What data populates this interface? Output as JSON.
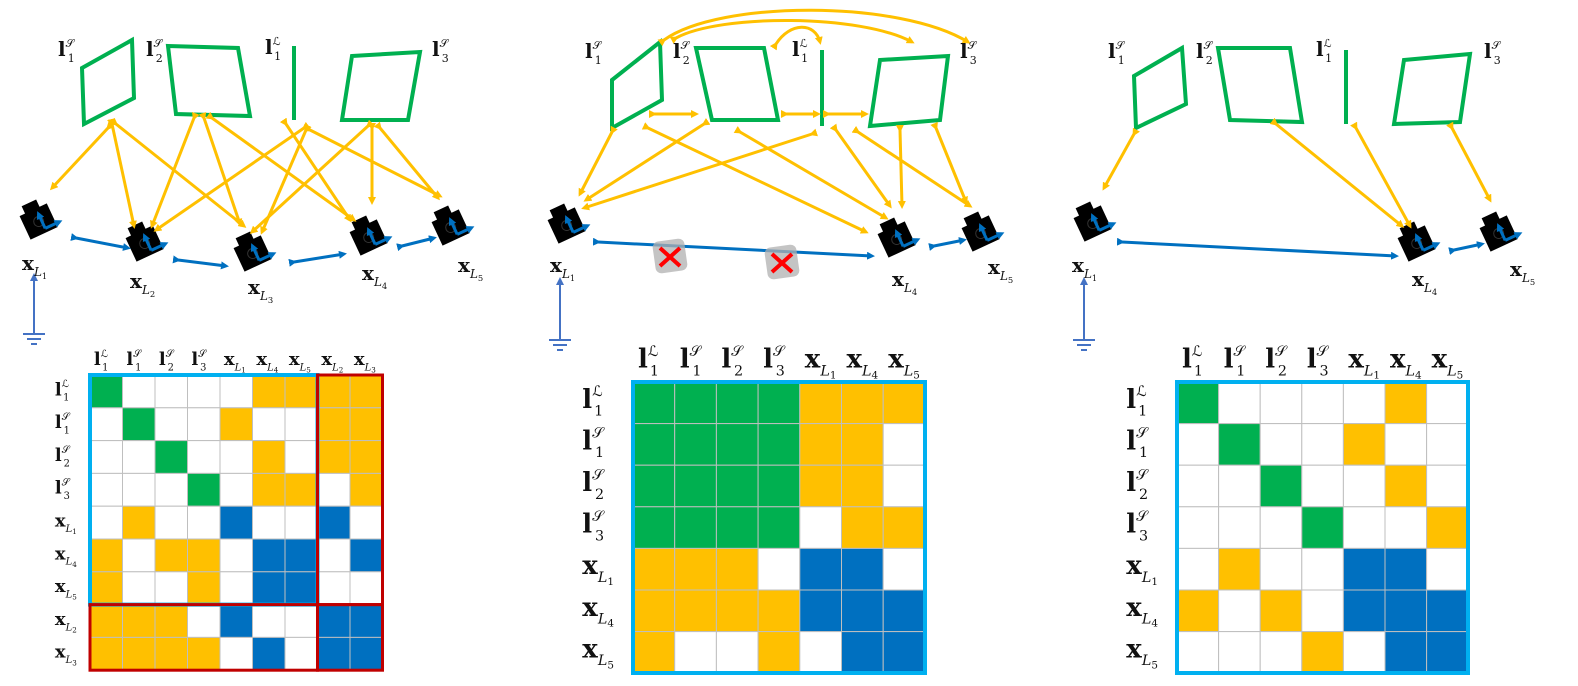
{
  "colors": {
    "green": "#00b050",
    "yellow": "#ffc000",
    "blue": "#0070c0",
    "lightblue": "#00b0f0",
    "red": "#c00000",
    "ground": "#4472c4",
    "grid": "#bfbfbf",
    "cross": "#ff0000"
  },
  "legend_symbols": {
    "l_sup_L": "ℒ",
    "l_sup_S": "𝒮"
  },
  "panels": [
    {
      "id": "panel-left",
      "title": "",
      "landmarks": [
        {
          "label": "l",
          "sub": "1",
          "sup": "S"
        },
        {
          "label": "l",
          "sub": "2",
          "sup": "S"
        },
        {
          "label": "l",
          "sub": "1",
          "sup": "L"
        },
        {
          "label": "l",
          "sub": "3",
          "sup": "S"
        }
      ],
      "poses": [
        {
          "label": "x",
          "sub": "L1"
        },
        {
          "label": "x",
          "sub": "L2"
        },
        {
          "label": "x",
          "sub": "L3"
        },
        {
          "label": "x",
          "sub": "L4"
        },
        {
          "label": "x",
          "sub": "L5"
        }
      ],
      "matrix": {
        "headers": [
          "l1L",
          "l1S",
          "l2S",
          "l3S",
          "xL1",
          "xL4",
          "xL5",
          "xL2",
          "xL3"
        ],
        "header_display": [
          {
            "b": "l",
            "sub": "1",
            "sup": "ℒ"
          },
          {
            "b": "l",
            "sub": "1",
            "sup": "𝒮"
          },
          {
            "b": "l",
            "sub": "2",
            "sup": "𝒮"
          },
          {
            "b": "l",
            "sub": "3",
            "sup": "𝒮"
          },
          {
            "b": "x",
            "sub": "L1"
          },
          {
            "b": "x",
            "sub": "L4"
          },
          {
            "b": "x",
            "sub": "L5"
          },
          {
            "b": "x",
            "sub": "L2"
          },
          {
            "b": "x",
            "sub": "L3"
          }
        ],
        "cells": [
          "GWWWWYYYY",
          "WGWWYWWYY",
          "WWGWWYWYY",
          "WWWGWYYWY",
          "WYWWBWWBW",
          "YWYYWBBWB",
          "YWWYWBBWW",
          "YYYWBWWBB",
          "YYYYWBWBB"
        ]
      }
    },
    {
      "id": "panel-middle",
      "title": "",
      "matrix": {
        "headers": [
          "l1L",
          "l1S",
          "l2S",
          "l3S",
          "xL1",
          "xL4",
          "xL5"
        ],
        "header_display": [
          {
            "b": "l",
            "sub": "1",
            "sup": "ℒ"
          },
          {
            "b": "l",
            "sub": "1",
            "sup": "𝒮"
          },
          {
            "b": "l",
            "sub": "2",
            "sup": "𝒮"
          },
          {
            "b": "l",
            "sub": "3",
            "sup": "𝒮"
          },
          {
            "b": "x",
            "sub": "L1"
          },
          {
            "b": "x",
            "sub": "L4"
          },
          {
            "b": "x",
            "sub": "L5"
          }
        ],
        "cells": [
          "GGGGYYY",
          "GGGGYYW",
          "GGGGYYW",
          "GGGGWYY",
          "YYYWBBW",
          "YYYYBBB",
          "YWWYWBB"
        ]
      }
    },
    {
      "id": "panel-right",
      "title": "",
      "matrix": {
        "headers": [
          "l1L",
          "l1S",
          "l2S",
          "l3S",
          "xL1",
          "xL4",
          "xL5"
        ],
        "header_display": [
          {
            "b": "l",
            "sub": "1",
            "sup": "ℒ"
          },
          {
            "b": "l",
            "sub": "1",
            "sup": "𝒮"
          },
          {
            "b": "l",
            "sub": "2",
            "sup": "𝒮"
          },
          {
            "b": "l",
            "sub": "3",
            "sup": "𝒮"
          },
          {
            "b": "x",
            "sub": "L1"
          },
          {
            "b": "x",
            "sub": "L4"
          },
          {
            "b": "x",
            "sub": "L5"
          }
        ],
        "cells": [
          "GWWWWYW",
          "WGWWYWW",
          "WWGWWYW",
          "WWWGWWY",
          "WYWWBBW",
          "YWYWBBB",
          "WWWYWBB"
        ]
      }
    }
  ]
}
